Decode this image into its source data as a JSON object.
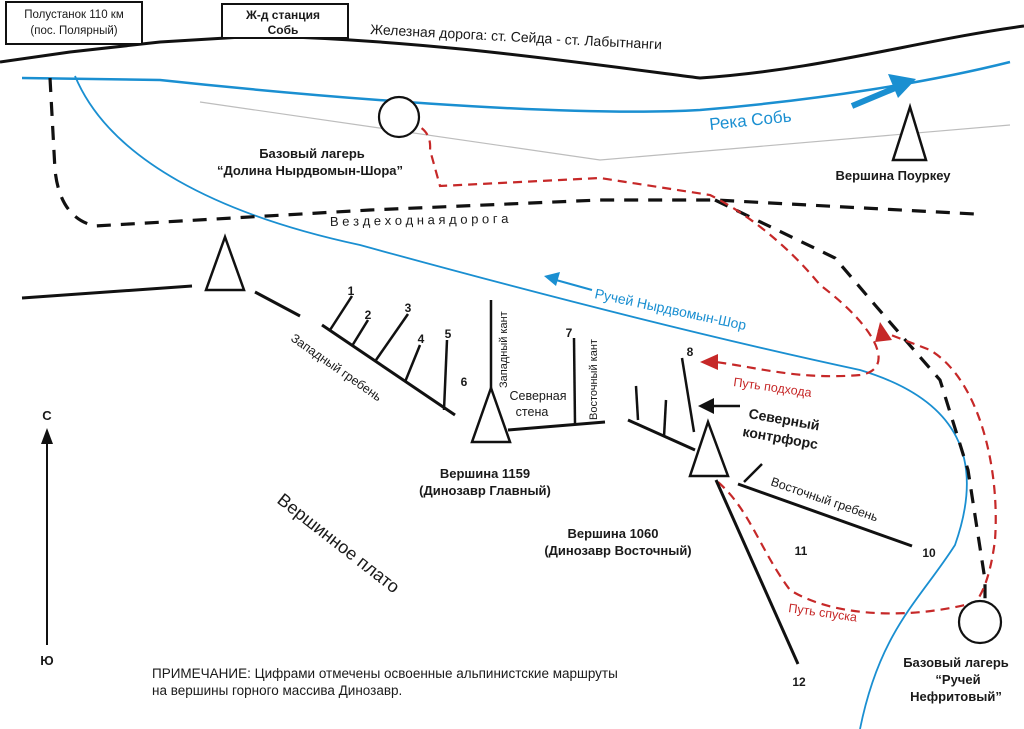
{
  "stations": {
    "poluostanok_line1": "Полустанок 110 км",
    "poluostanok_line2": "(пос. Полярный)",
    "sob_line1": "Ж-д станция",
    "sob_line2": "Собь"
  },
  "railway": "Железная дорога: ст. Сейда - ст. Лабытнанги",
  "river_sob": "Река  Собь",
  "base_camp_1": {
    "line1": "Базовый лагерь",
    "line2": "“Долина Нырдвомын-Шора”"
  },
  "peak_pourkeu": "Вершина Поуркеу",
  "road": "В е з д е х о д н а я   д о р о г а",
  "stream": "Ручей Нырдвомын-Шор",
  "west_ridge": "Западный гребень",
  "west_kant": "Западный кант",
  "east_kant": "Восточный кант",
  "north_wall_line1": "Северная",
  "north_wall_line2": "стена",
  "approach": "Путь подхода",
  "north_buttress_line1": "Северный",
  "north_buttress_line2": "контрфорс",
  "peak_1159_line1": "Вершина 1159",
  "peak_1159_line2": "(Динозавр Главный)",
  "peak_1060_line1": "Вершина 1060",
  "peak_1060_line2": "(Динозавр Восточный)",
  "east_ridge": "Восточный гребень",
  "plateau": "Вершинное плато",
  "descent": "Путь спуска",
  "base_camp_2": {
    "line1": "Базовый лагерь",
    "line2": "“Ручей",
    "line3": "Нефритовый”"
  },
  "compass": {
    "north": "С",
    "south": "Ю"
  },
  "note_line1": "ПРИМЕЧАНИЕ: Цифрами отмечены освоенные альпинистские маршруты",
  "note_line2": "на вершины горного массива Динозавр.",
  "routes": [
    "1",
    "2",
    "3",
    "4",
    "5",
    "6",
    "7",
    "8",
    "10",
    "11",
    "12"
  ],
  "colors": {
    "water": "#1a8fd1",
    "path": "#c62828",
    "ink": "#1a1a1a"
  }
}
